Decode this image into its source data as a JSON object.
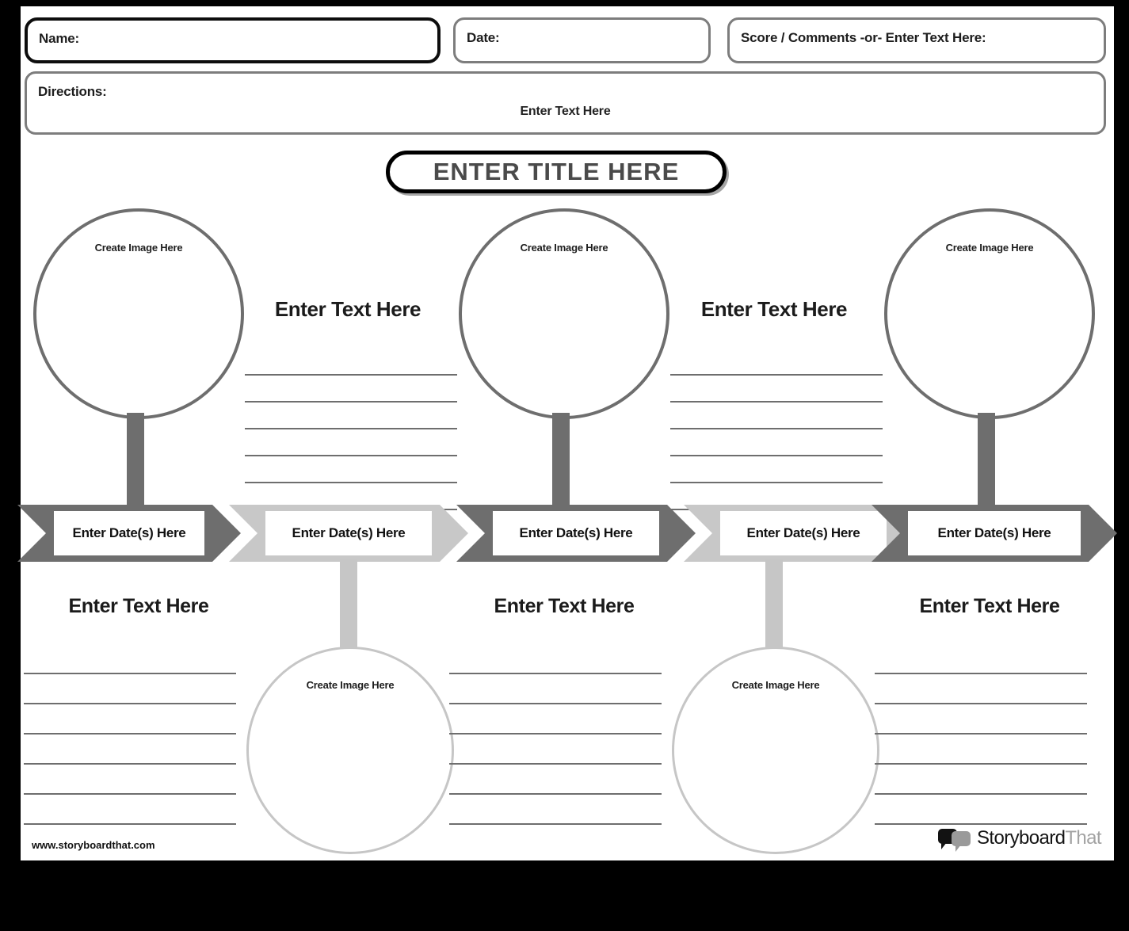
{
  "header": {
    "name_label": "Name:",
    "date_label": "Date:",
    "score_label": "Score / Comments -or- Enter Text Here:",
    "directions_label": "Directions:",
    "directions_placeholder": "Enter Text Here"
  },
  "title": "ENTER TITLE HERE",
  "placeholders": {
    "image": "Create Image Here",
    "text": "Enter Text Here",
    "date": "Enter Date(s) Here"
  },
  "top_row": {
    "circles": [
      {
        "label": "Create Image Here",
        "tone": "dark"
      },
      {
        "label": "Create Image Here",
        "tone": "dark"
      },
      {
        "label": "Create Image Here",
        "tone": "dark"
      }
    ],
    "text_blocks": [
      {
        "heading": "Enter Text Here",
        "line_count": 6
      },
      {
        "heading": "Enter Text Here",
        "line_count": 6
      }
    ]
  },
  "timeline": {
    "steps": [
      {
        "label": "Enter Date(s) Here",
        "tone": "dark"
      },
      {
        "label": "Enter Date(s) Here",
        "tone": "light"
      },
      {
        "label": "Enter Date(s) Here",
        "tone": "dark"
      },
      {
        "label": "Enter Date(s) Here",
        "tone": "light"
      },
      {
        "label": "Enter Date(s) Here",
        "tone": "dark"
      }
    ]
  },
  "bottom_row": {
    "text_blocks": [
      {
        "heading": "Enter Text Here",
        "line_count": 6
      },
      {
        "heading": "Enter Text Here",
        "line_count": 6
      },
      {
        "heading": "Enter Text Here",
        "line_count": 6
      }
    ],
    "circles": [
      {
        "label": "Create Image Here",
        "tone": "light"
      },
      {
        "label": "Create Image Here",
        "tone": "light"
      }
    ]
  },
  "footer": {
    "url": "www.storyboardthat.com",
    "brand_primary": "Storyboard",
    "brand_secondary": "That"
  },
  "colors": {
    "dark_gray": "#6e6e6e",
    "light_gray": "#c8c8c8",
    "ink": "#1b1b1b",
    "page": "#ffffff",
    "backdrop": "#000000"
  }
}
